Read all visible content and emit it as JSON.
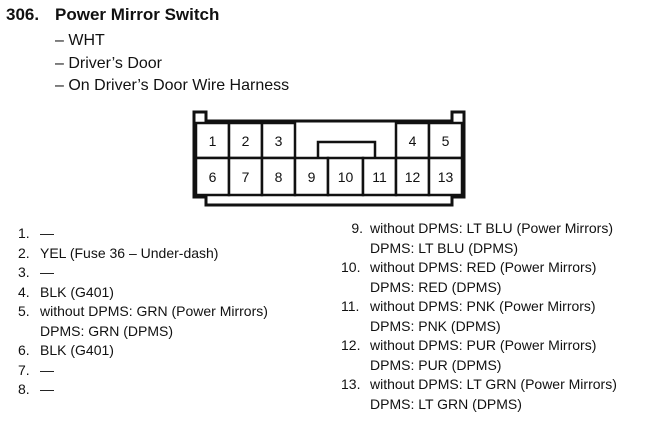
{
  "header": {
    "number": "306.",
    "title": "Power Mirror Switch"
  },
  "details": [
    "– WHT",
    "– Driver’s Door",
    "– On Driver’s Door Wire Harness"
  ],
  "connector": {
    "top_row": [
      "1",
      "2",
      "3",
      "4",
      "5"
    ],
    "bottom_row": [
      "6",
      "7",
      "8",
      "9",
      "10",
      "11",
      "12",
      "13"
    ]
  },
  "pins_left": [
    {
      "num": "1.",
      "lines": [
        "—"
      ]
    },
    {
      "num": "2.",
      "lines": [
        "YEL (Fuse 36 – Under-dash)"
      ]
    },
    {
      "num": "3.",
      "lines": [
        "—"
      ]
    },
    {
      "num": "4.",
      "lines": [
        "BLK (G401)"
      ]
    },
    {
      "num": "5.",
      "lines": [
        "without DPMS: GRN (Power Mirrors)",
        "DPMS: GRN (DPMS)"
      ]
    },
    {
      "num": "6.",
      "lines": [
        "BLK (G401)"
      ]
    },
    {
      "num": "7.",
      "lines": [
        "—"
      ]
    },
    {
      "num": "8.",
      "lines": [
        "—"
      ]
    }
  ],
  "pins_right": [
    {
      "num": "9.",
      "lines": [
        "without DPMS: LT BLU (Power Mirrors)",
        "DPMS: LT BLU (DPMS)"
      ]
    },
    {
      "num": "10.",
      "lines": [
        "without DPMS: RED (Power Mirrors)",
        "DPMS: RED (DPMS)"
      ]
    },
    {
      "num": "11.",
      "lines": [
        "without DPMS: PNK (Power Mirrors)",
        "DPMS: PNK (DPMS)"
      ]
    },
    {
      "num": "12.",
      "lines": [
        "without DPMS: PUR (Power Mirrors)",
        "DPMS: PUR (DPMS)"
      ]
    },
    {
      "num": "13.",
      "lines": [
        "without DPMS: LT GRN (Power Mirrors)",
        "DPMS: LT GRN (DPMS)"
      ]
    }
  ]
}
